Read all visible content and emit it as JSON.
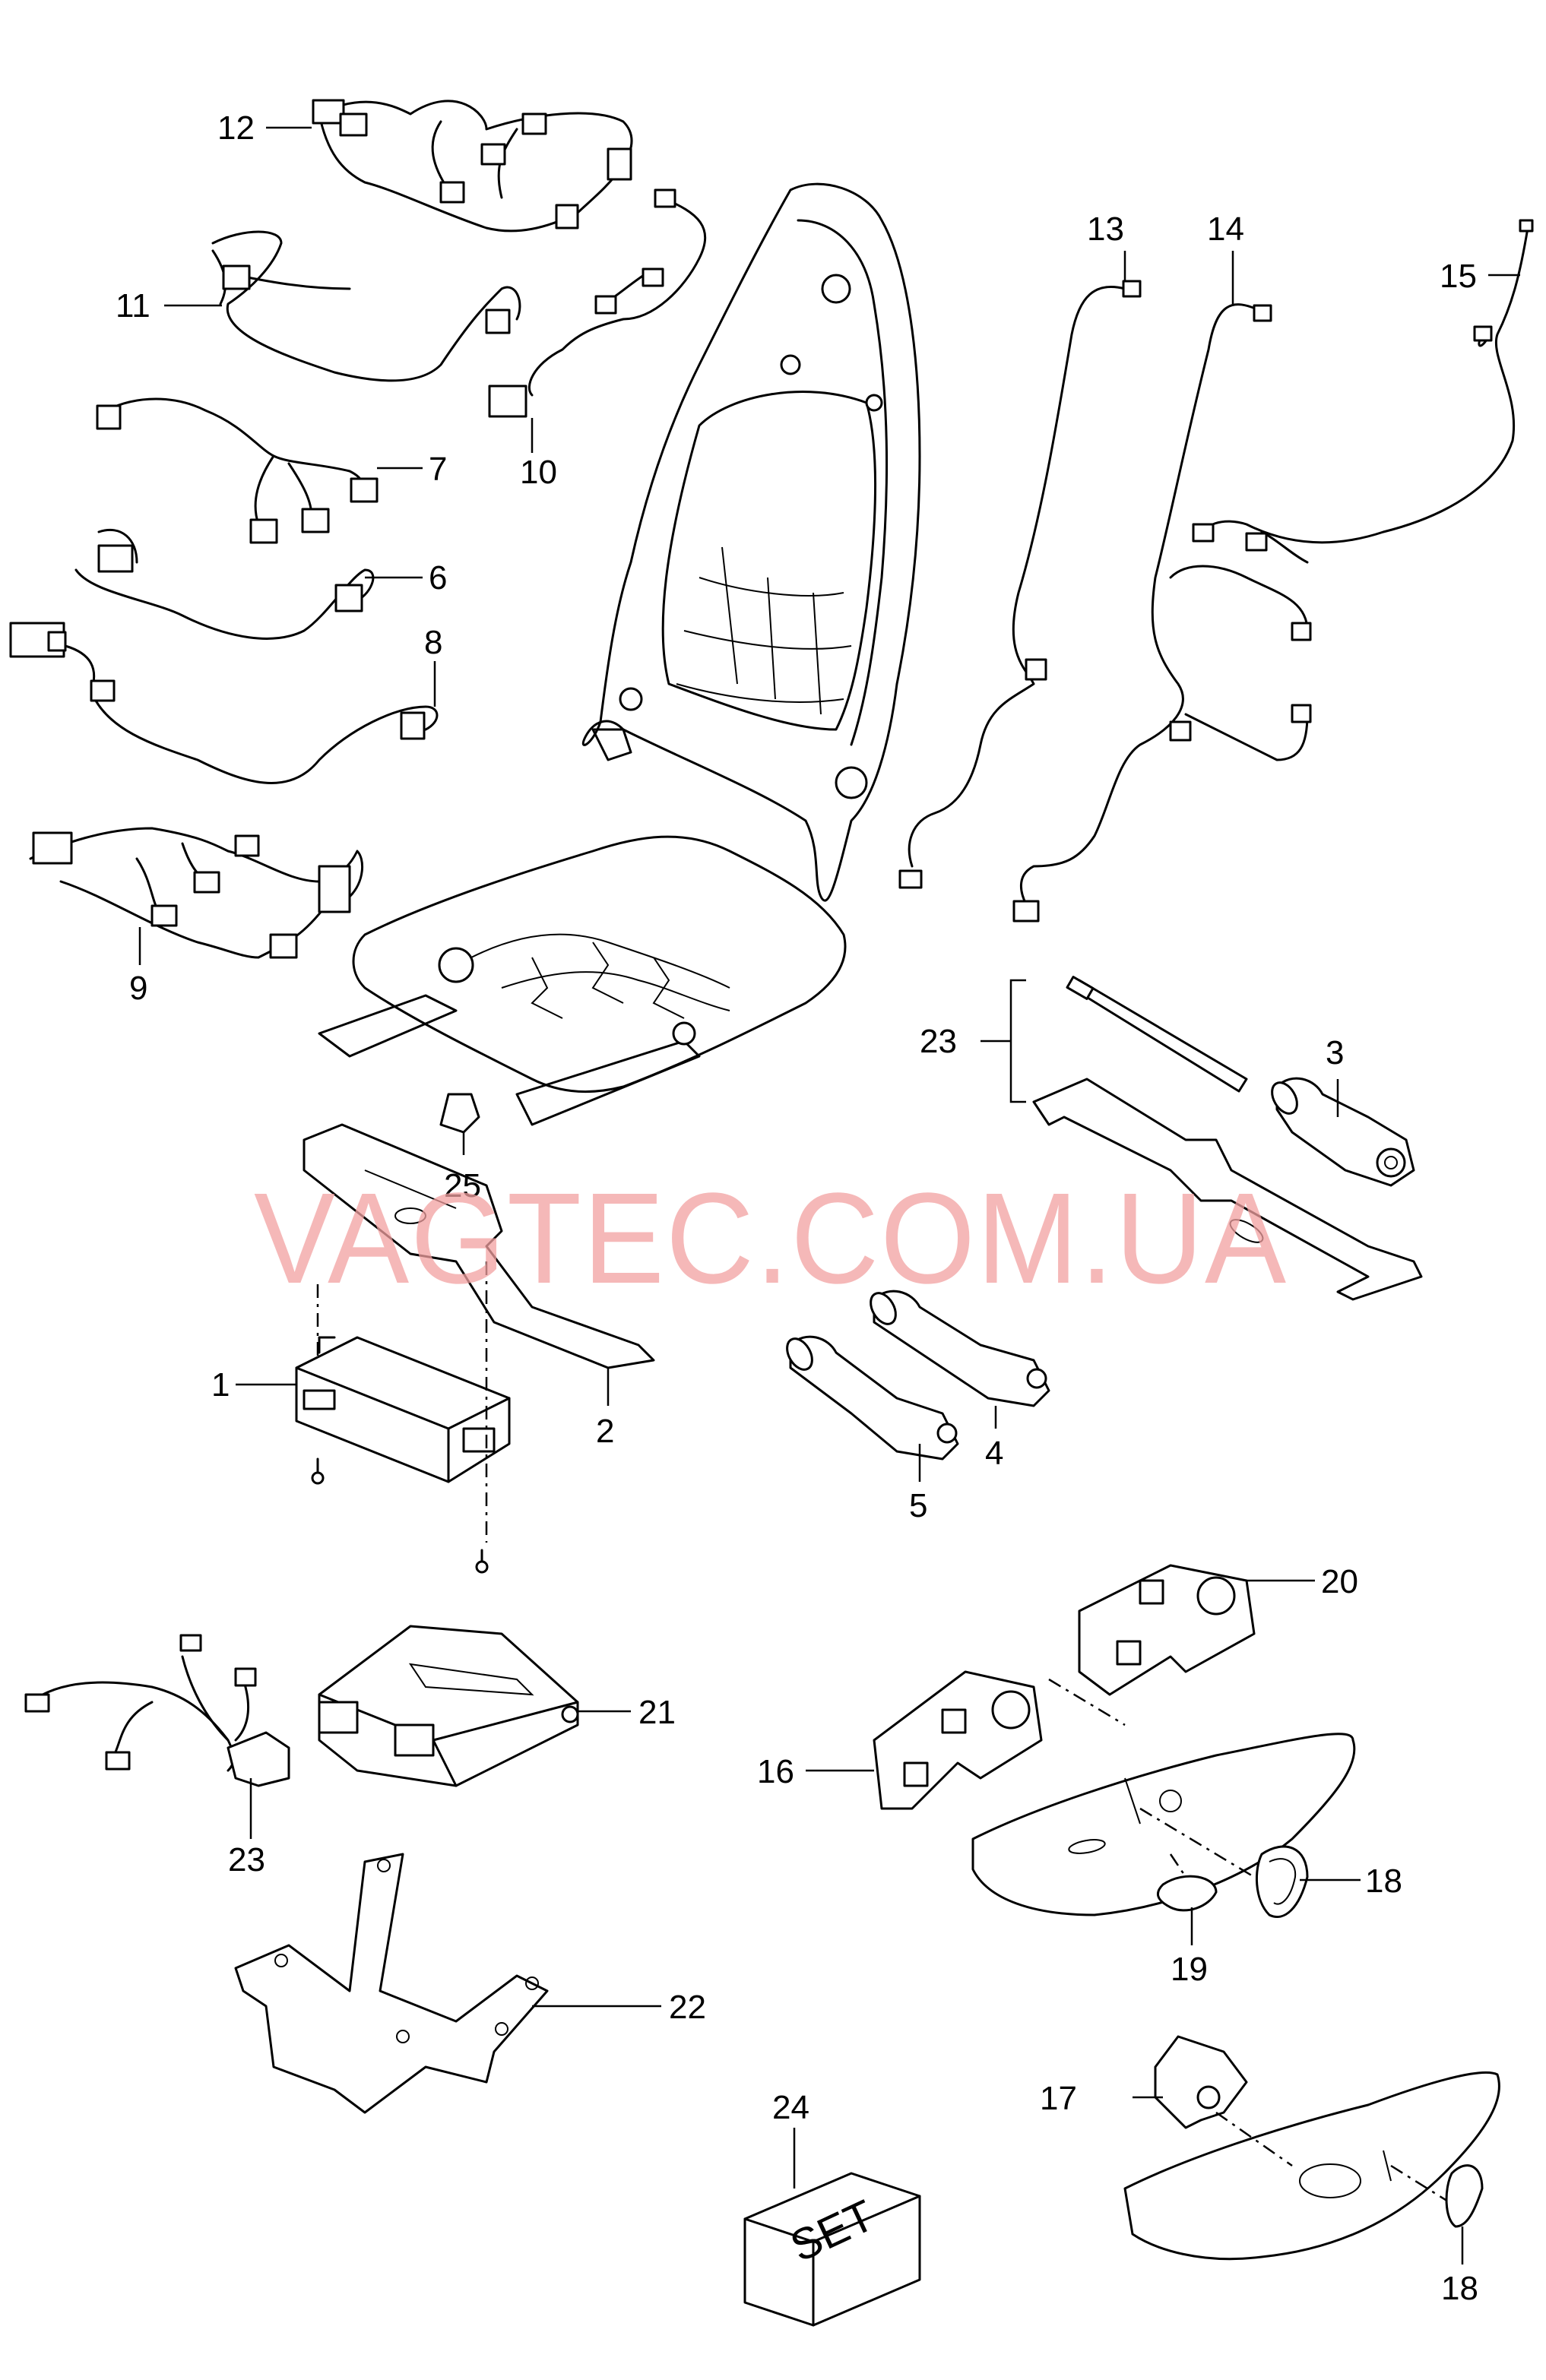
{
  "watermark": "VAGTEC.COM.UA",
  "set_label": "SET",
  "callouts": {
    "c1": "1",
    "c2": "2",
    "c3": "3",
    "c4": "4",
    "c5": "5",
    "c6": "6",
    "c7": "7",
    "c8": "8",
    "c9": "9",
    "c10": "10",
    "c11": "11",
    "c12": "12",
    "c13": "13",
    "c14": "14",
    "c15": "15",
    "c16": "16",
    "c17": "17",
    "c18a": "18",
    "c18b": "18",
    "c19": "19",
    "c20": "20",
    "c21": "21",
    "c22": "22",
    "c23a": "23",
    "c23b": "23",
    "c24": "24",
    "c25": "25"
  },
  "colors": {
    "line": "#000000",
    "background": "#ffffff",
    "watermark": "#f2a0a0"
  }
}
